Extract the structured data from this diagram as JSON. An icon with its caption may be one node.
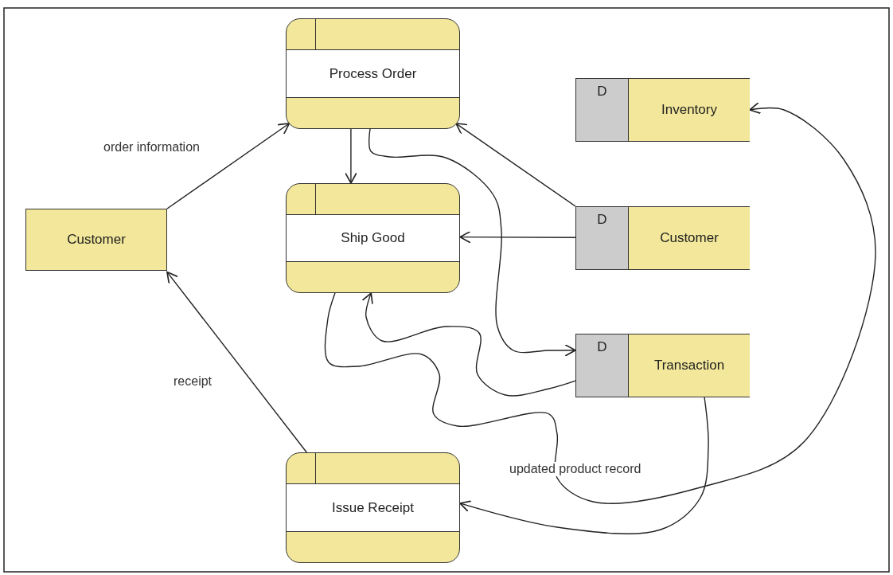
{
  "diagram": {
    "nodes": [
      {
        "text": [
          "Process Order"
        ]
      },
      {
        "text": [
          "Ship Good"
        ]
      },
      {
        "text": [
          "Customer"
        ]
      },
      {
        "text": [
          "Issue Receipt"
        ]
      },
      {
        "text": [
          "D",
          "Inventory"
        ]
      },
      {
        "text": [
          "D",
          "Customer"
        ]
      },
      {
        "text": [
          "D",
          "Transaction"
        ]
      }
    ],
    "edges": [
      {
        "from": 2,
        "to": 0,
        "arrow": "to",
        "label": "order information"
      },
      {
        "from": 0,
        "to": 1,
        "arrow": "to"
      },
      {
        "from": 5,
        "to": 0,
        "arrow": "to"
      },
      {
        "from": 5,
        "to": 1,
        "arrow": "to"
      },
      {
        "from": 0,
        "to": 6,
        "arrow": "to"
      },
      {
        "from": 6,
        "to": 1,
        "arrow": "to"
      },
      {
        "from": 1,
        "to": 4,
        "arrow": "to",
        "label": "updated product record"
      },
      {
        "from": 6,
        "to": 3,
        "arrow": "to"
      },
      {
        "from": 3,
        "to": 2,
        "arrow": "to",
        "label": "receipt"
      }
    ]
  }
}
